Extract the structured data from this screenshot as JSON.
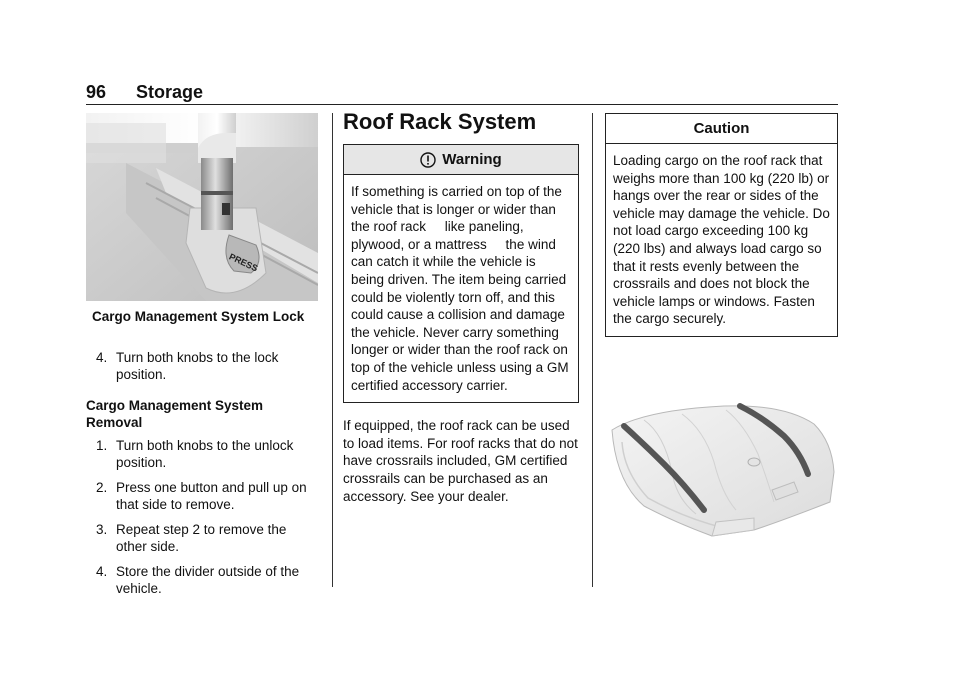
{
  "header": {
    "page_number": "96",
    "section": "Storage"
  },
  "col1": {
    "figure_caption": "Cargo Management System Lock",
    "figure_label": "PRESS",
    "step_before": {
      "num": "4.",
      "text": "Turn both knobs to the lock position."
    },
    "subheading": "Cargo Management System Removal",
    "steps": [
      {
        "num": "1.",
        "text": "Turn both knobs to the unlock position."
      },
      {
        "num": "2.",
        "text": "Press one button and pull up on that side to remove."
      },
      {
        "num": "3.",
        "text": "Repeat step 2 to remove the other side."
      },
      {
        "num": "4.",
        "text": "Store the divider outside of the vehicle."
      }
    ]
  },
  "col2": {
    "title": "Roof Rack System",
    "warning": {
      "title": "Warning",
      "icon": "warning-icon",
      "body": "If something is carried on top of the vehicle that is longer or wider than the roof rack     like paneling, plywood, or a mattress     the wind can catch it while the vehicle is being driven. The item being carried could be violently torn off, and this could cause a collision and damage the vehicle. Never carry something longer or wider than the roof rack on top of the vehicle unless using a GM certified accessory carrier."
    },
    "paragraph": "If equipped, the roof rack can be used to load items. For roof racks that do not have crossrails included, GM certified crossrails can be purchased as an accessory. See your dealer."
  },
  "col3": {
    "caution": {
      "title": "Caution",
      "body": "Loading cargo on the roof rack that weighs more than 100 kg (220 lb) or hangs over the rear or sides of the vehicle may damage the vehicle. Do not load cargo exceeding 100 kg (220 lbs) and always load cargo so that it rests evenly between the crossrails and does not block the vehicle lamps or windows. Fasten the cargo securely."
    }
  }
}
